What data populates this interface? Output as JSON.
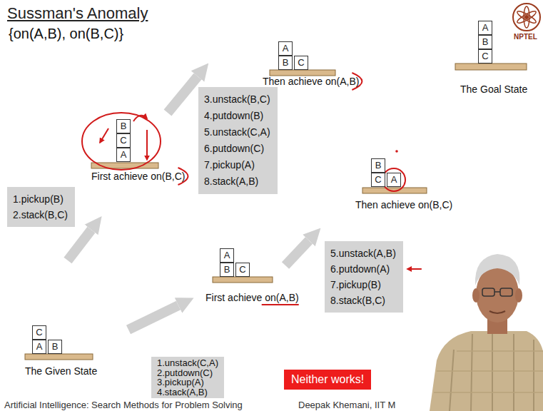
{
  "diagram": {
    "title": "Sussman's Anomaly",
    "nodes": [
      {
        "text": [
          "A"
        ]
      },
      {
        "text": [
          "B"
        ]
      },
      {
        "text": [
          "C"
        ]
      },
      {
        "text": [
          "A"
        ]
      },
      {
        "text": [
          "B"
        ]
      },
      {
        "text": [
          "C"
        ]
      },
      {
        "text": [
          "3.unstack(B,C)",
          "4.putdown(B)",
          "5.unstack(C,A)",
          "6.putdown(C)",
          "7.pickup(A)",
          "8.stack(A,B)"
        ]
      },
      {
        "text": [
          "B"
        ]
      },
      {
        "text": [
          "C"
        ]
      },
      {
        "text": [
          "A"
        ]
      },
      {
        "text": [
          "B"
        ]
      },
      {
        "text": [
          "C"
        ]
      },
      {
        "text": [
          "A"
        ]
      },
      {
        "text": [
          "1.pickup(B)",
          "2.stack(B,C)"
        ]
      },
      {
        "text": [
          "A"
        ]
      },
      {
        "text": [
          "B"
        ]
      },
      {
        "text": [
          "C"
        ]
      },
      {
        "text": [
          "5.unstack(A,B)",
          "6.putdown(A)",
          "7.pickup(B)",
          "8.stack(B,C)"
        ]
      },
      {
        "text": [
          "C"
        ]
      },
      {
        "text": [
          "A"
        ]
      },
      {
        "text": [
          "B"
        ]
      },
      {
        "text": [
          "1.unstack(C,A)",
          "2.putdown(C)",
          "3.pickup(A)",
          "4.stack(A,B)"
        ]
      },
      {
        "text": [
          "Neither works!"
        ]
      }
    ],
    "labels": [
      "{on(A,B), on(B,C)}",
      "Then achieve on(A,B)",
      "The Goal State",
      "NPTEL",
      "First achieve on(B,C)",
      "Then achieve on(B,C)",
      "First achieve on(A,B)",
      "The Given State",
      "Artificial Intelligence: Search Methods for Problem Solving",
      "Deepak Khemani, IIT M"
    ]
  }
}
